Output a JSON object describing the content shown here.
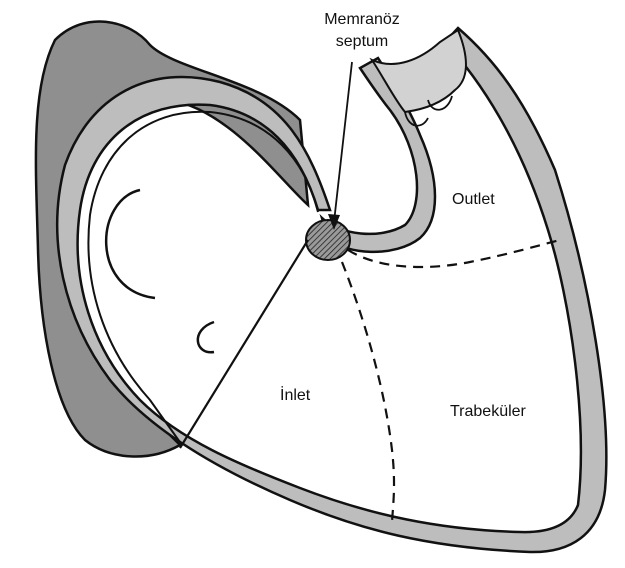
{
  "labels": {
    "membranous_line1": "Memranöz",
    "membranous_line2": "septum",
    "outlet": "Outlet",
    "inlet": "İnlet",
    "trabecular": "Trabeküler"
  },
  "colors": {
    "wall_fill": "#bdbdbd",
    "atrium_fill": "#8f8f8f",
    "outline": "#111111",
    "background": "#ffffff",
    "septum_hatch": "#333333"
  }
}
